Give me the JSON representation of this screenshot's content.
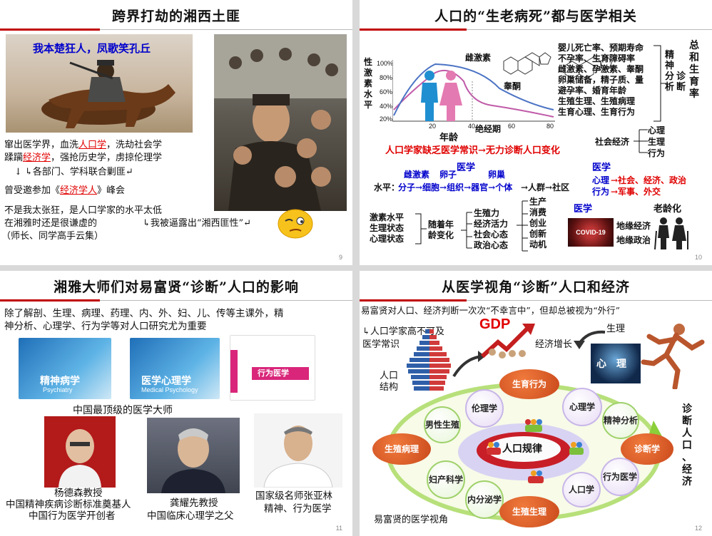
{
  "slide9": {
    "title": "跨界打劫的湘西土匪",
    "banner": "我本楚狂人，凤歌笑孔丘",
    "line1_pre": "窜出医学界，血洗",
    "line1_red": "人口学",
    "line1_post": "，洗劫社会学",
    "line2_pre": "蹂躏",
    "line2_red": "经济学",
    "line2_post": "，强抢历史学，虏掠伦理学",
    "line3": "↓ ↳各部门、学科联合剿匪↵",
    "line4_pre": "曾受邀参加《",
    "line4_red": "经济学人",
    "line4_post": "》峰会",
    "line5": "不是我太张狂，是人口学家的水平太低",
    "line6": "在湘雅时还是很谦虚的",
    "line6b": "↳我被逼露出“湘西匪性”↵",
    "line7": "（师长、同学高手云集）",
    "page": "9"
  },
  "slide10": {
    "title": "人口的“生老病死”都与医学相关",
    "y_axis_label": [
      "性",
      "激",
      "素",
      "水",
      "平"
    ],
    "y_ticks": [
      "100%",
      "80%",
      "60%",
      "40%",
      "20%"
    ],
    "x_ticks": [
      "20",
      "40",
      "60",
      "80"
    ],
    "x_label": "年龄",
    "label_estrogen": "雌激素",
    "label_testosterone": "睾酮",
    "label_menopause": "绝经期",
    "right_list": [
      "婴儿死亡率、预期寿命",
      "不孕率、生育障碍率",
      "雌激素、孕激素、睾酮",
      "卵巢储备，精子质、量",
      "避孕率、婚育年龄",
      "生殖生理、生殖病理",
      "生育心理、生育行为"
    ],
    "col_psy": [
      "精",
      "神",
      "分",
      "析"
    ],
    "col_diag": [
      "诊",
      "断"
    ],
    "col_total": [
      "总",
      "和",
      "生",
      "育",
      "率"
    ],
    "social_econ": "社会经济",
    "se_items": [
      "心理",
      "生理",
      "行为"
    ],
    "red_line": "人口学家缺乏医学常识→无力诊断人口变化",
    "med1": "医学",
    "l_estrogen": "雌激素",
    "l_egg": "卵子",
    "l_ovary": "卵巢",
    "level_label": "水平：",
    "level_chain": "分子→细胞→组织→器官→个体",
    "level_tail": "→人群→社区",
    "med2": "医学",
    "branch_psy": "心理",
    "branch_beh": "行为",
    "branch_psy_out": "→社会、经济、政治",
    "branch_beh_out": "→军事、外交",
    "left_states": [
      "激素水平",
      "生理状态",
      "心理状态"
    ],
    "age_change": [
      "随着年",
      "龄变化"
    ],
    "vitality": [
      "生殖力",
      "经济活力",
      "社会心态",
      "政治心态"
    ],
    "produce": [
      "生产",
      "消费",
      "创业",
      "创新",
      "动机"
    ],
    "med3": "医学",
    "covid": "COVID-19",
    "aging": "老龄化",
    "geo_econ": "地缘经济",
    "geo_pol": "地缘政治",
    "page": "10"
  },
  "slide11": {
    "title": "湘雅大师们对易富贤“诊断”人口的影响",
    "intro1": "除了解剖、生理、病理、药理、内、外、妇、儿、传等主课外，精",
    "intro2": "神分析、心理学、行为学等对人口研究尤为重要",
    "book1_title": "精神病学",
    "book1_en": "Psychiatry",
    "book2_title": "医学心理学",
    "book2_en": "Medical Psychology",
    "book3_title": "行为医学",
    "caption": "中国最顶级的医学大师",
    "p1_name": "杨德森教授",
    "p1_desc1": "中国精神疾病诊断标准奠基人",
    "p1_desc2": "中国行为医学开创者",
    "p2_name": "龚耀先教授",
    "p2_desc": "中国临床心理学之父",
    "p3_name": "国家级名师张亚林",
    "p3_desc": "精神、行为医学",
    "page": "11"
  },
  "slide12": {
    "title": "从医学视角“诊断”人口和经济",
    "intro": "易富贤对人口、经济判断一次次“不幸言中”，但却总被视为“外行”",
    "note1": "↳人口学家高不可及",
    "note2": "医学常识",
    "gdp": "GDP",
    "econ_growth": "经济增长",
    "physio": "生理",
    "psy_overlay": "心　理",
    "pop_structure": [
      "人口",
      "结构"
    ],
    "diag_side": [
      "诊",
      "断",
      "人",
      "口",
      "、",
      "经",
      "济"
    ],
    "center": "人口规律",
    "n_fertility_beh": "生育行为",
    "n_ethics": "伦理学",
    "n_psychology": "心理学",
    "n_male_repro": "男性生殖",
    "n_psychoanalysis": "精神分析",
    "n_repro_path": "生殖病理",
    "n_diagnostics": "诊断学",
    "n_obgyn": "妇产科学",
    "n_behav_med": "行为医学",
    "n_endocrine": "内分泌学",
    "n_demography": "人口学",
    "n_repro_phys": "生殖生理",
    "footer": "易富贤的医学视角",
    "page": "12"
  }
}
